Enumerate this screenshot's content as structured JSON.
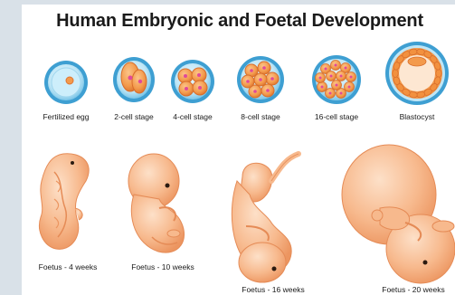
{
  "title": "Human Embryonic and Foetal Development",
  "stages": [
    {
      "label": "Fertilized egg"
    },
    {
      "label": "2-cell stage"
    },
    {
      "label": "4-cell stage"
    },
    {
      "label": "8-cell stage"
    },
    {
      "label": "16-cell stage"
    },
    {
      "label": "Blastocyst"
    }
  ],
  "foetuses": [
    {
      "label": "Foetus - 4 weeks"
    },
    {
      "label": "Foetus - 10 weeks"
    },
    {
      "label": "Foetus - 16 weeks"
    },
    {
      "label": "Foetus - 20 weeks"
    }
  ],
  "colors": {
    "zona_outer": "#3e9fd2",
    "zona_inner": "#bfe6f6",
    "cell_orange": "#f39a4c",
    "cell_dark": "#e8742f",
    "nucleus": "#e04a9a",
    "skin": "#f7b98d",
    "skin_shadow": "#ee9a67"
  }
}
